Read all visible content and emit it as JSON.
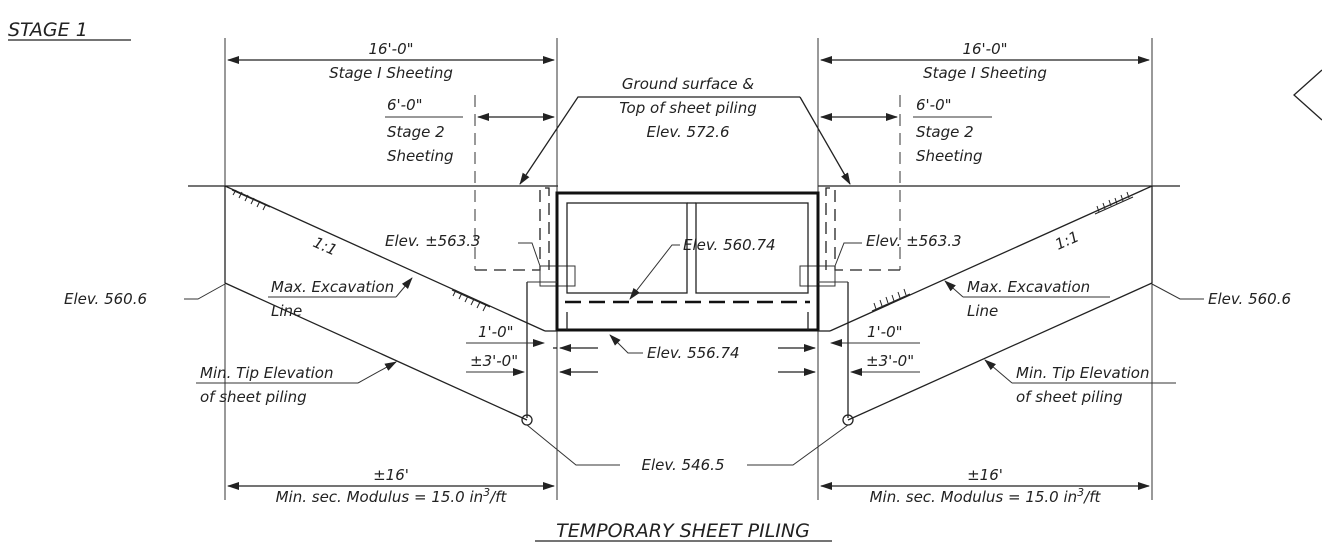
{
  "stage_title": "STAGE 1",
  "drawing_title": "TEMPORARY SHEET PILING",
  "left": {
    "stage1_dim": "16'-0\"",
    "stage1_label": "Stage I Sheeting",
    "stage2_dim": "6'-0\"",
    "stage2_label_1": "Stage 2",
    "stage2_label_2": "Sheeting",
    "slope": "1:1",
    "elev_bench": "Elev. ±563.3",
    "elev_toe": "Elev. 560.6",
    "max_exc_1": "Max. Excavation",
    "max_exc_2": "Line",
    "clear_dim": "1'-0\"",
    "offset_dim": "±3'-0\"",
    "min_tip_1": "Min. Tip Elevation",
    "min_tip_2": "of sheet piling",
    "bottom_dim": "±16'",
    "modulus_text": "Min. sec. Modulus = 15.0 in",
    "modulus_sup": "3",
    "modulus_unit": "/ft"
  },
  "right": {
    "stage1_dim": "16'-0\"",
    "stage1_label": "Stage I Sheeting",
    "stage2_dim": "6'-0\"",
    "stage2_label_1": "Stage 2",
    "stage2_label_2": "Sheeting",
    "slope": "1:1",
    "elev_bench": "Elev. ±563.3",
    "elev_toe": "Elev. 560.6",
    "max_exc_1": "Max. Excavation",
    "max_exc_2": "Line",
    "clear_dim": "1'-0\"",
    "offset_dim": "±3'-0\"",
    "min_tip_1": "Min. Tip Elevation",
    "min_tip_2": "of sheet piling",
    "bottom_dim": "±16'",
    "modulus_text": "Min. sec. Modulus = 15.0 in",
    "modulus_sup": "3",
    "modulus_unit": "/ft"
  },
  "center": {
    "ground_1": "Ground surface &",
    "ground_2": "Top of sheet piling",
    "ground_3": "Elev. 572.6",
    "elev_top": "Elev. 560.74",
    "elev_bottom": "Elev. 556.74",
    "elev_tip": "Elev. 546.5"
  }
}
